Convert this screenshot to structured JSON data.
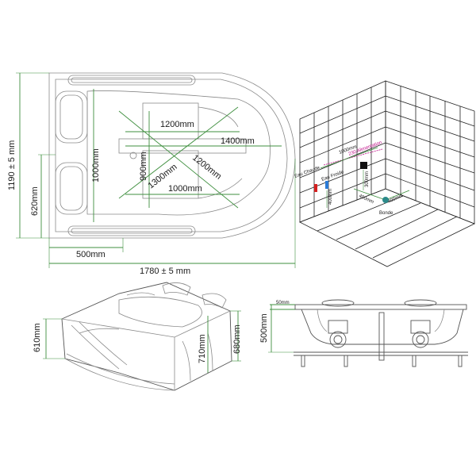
{
  "plan_view": {
    "overall_height": "1190 ± 5 mm",
    "overall_width": "1780 ± 5 mm",
    "left_section": "620mm",
    "seat_depth": "1000mm",
    "offset_width": "500mm",
    "inner_1200_top": "1200mm",
    "inner_1400": "1400mm",
    "inner_900": "900mm",
    "diag_1300": "1300mm",
    "diag_1200": "1200mm",
    "inner_1000_bottom": "1000mm"
  },
  "wall_view": {
    "width_1000": "1000mm",
    "alimentation": "230 Alimentation",
    "eau_chaude": "Eau Chaude",
    "eau_froide": "Eau Froide",
    "height_400": "400mm",
    "height_300": "300mm",
    "dist_400_a": "400mm",
    "dist_400_b": "400mm",
    "bonde": "Bonde",
    "colors": {
      "hot": "#d42020",
      "cold": "#2a7bd6",
      "wire": "#c0108a"
    }
  },
  "iso_view": {
    "height_610": "610mm",
    "height_710": "710mm",
    "height_680": "680mm"
  },
  "side_view": {
    "rim": "50mm",
    "height_500": "500mm"
  },
  "dimension_color": "#3f8f3f"
}
